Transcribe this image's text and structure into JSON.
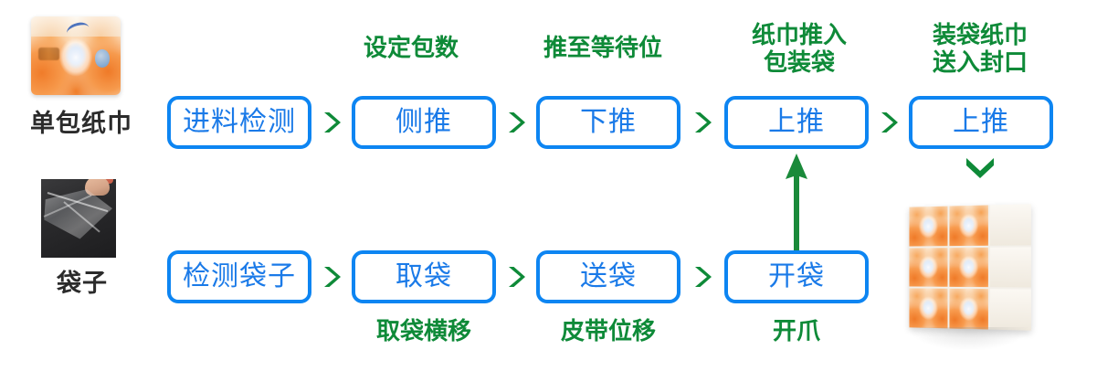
{
  "diagram": {
    "title_colors": {
      "box_border": "#0d85f2",
      "box_text": "#1a7ae8",
      "annotation_green": "#0e8a38",
      "caption_black": "#2b2b2b",
      "background": "#ffffff"
    },
    "rows": [
      {
        "id": "tissue-row",
        "caption": "单包纸巾",
        "image_name": "single-tissue-pack-photo",
        "steps": [
          {
            "label": "进料检测",
            "note": ""
          },
          {
            "label": "侧推",
            "note": "设定包数"
          },
          {
            "label": "下推",
            "note": "推至等待位"
          },
          {
            "label": "上推",
            "note": "纸巾推入\n包装袋"
          },
          {
            "label": "上推",
            "note": "装袋纸巾\n送入封口"
          }
        ]
      },
      {
        "id": "bag-row",
        "caption": "袋子",
        "image_name": "plastic-bag-photo",
        "steps": [
          {
            "label": "检测袋子",
            "note": ""
          },
          {
            "label": "取袋",
            "note": "取袋横移"
          },
          {
            "label": "送袋",
            "note": "皮带位移"
          },
          {
            "label": "开袋",
            "note": "开爪"
          }
        ]
      }
    ],
    "connectors": {
      "chevron_glyph": "chevron-right-icon",
      "up_arrow_name": "up-arrow-bag-to-tissue",
      "down_arrow_name": "down-chevron-to-product"
    },
    "output": {
      "image_name": "bundled-tissue-product-photo"
    }
  }
}
